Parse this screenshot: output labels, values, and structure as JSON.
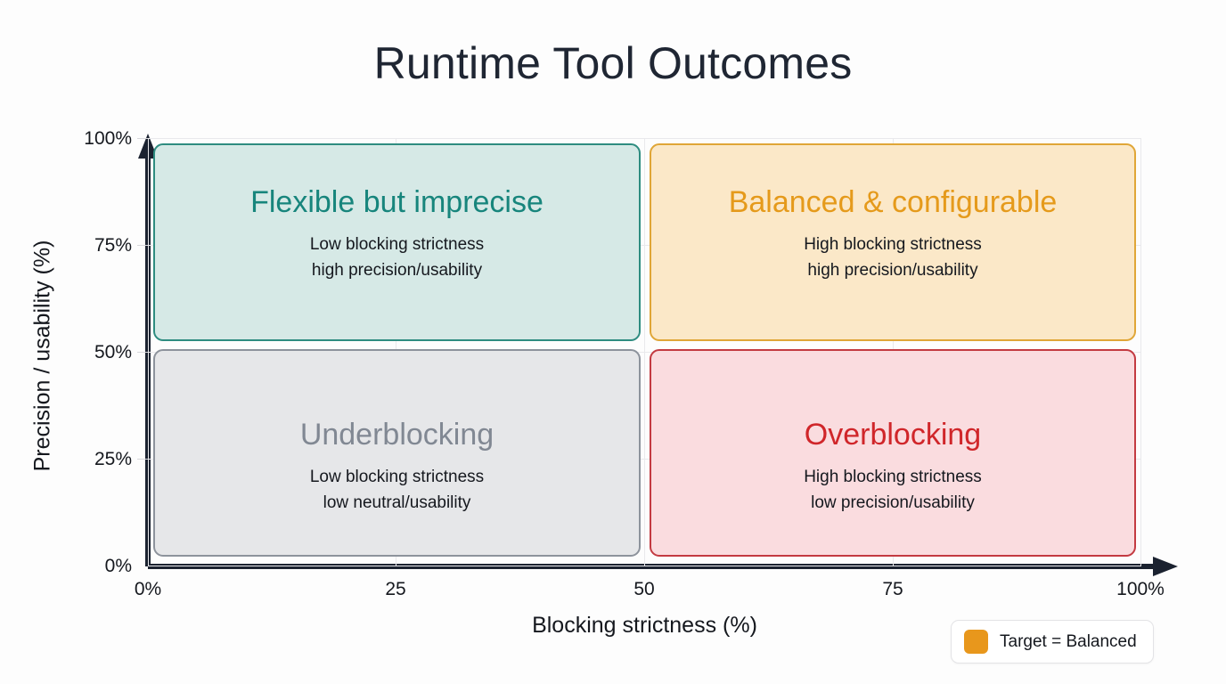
{
  "chart_data": {
    "type": "scatter",
    "title": "Runtime Tool Outcomes",
    "xlabel": "Blocking strictness (%)",
    "ylabel": "Precision / usability (%)",
    "xlim": [
      0,
      100
    ],
    "ylim": [
      0,
      100
    ],
    "grid": true,
    "x_ticks": [
      "0%",
      "25",
      "50",
      "75",
      "100%"
    ],
    "x_tick_values": [
      0,
      25,
      50,
      75,
      100
    ],
    "y_ticks": [
      "0%",
      "25%",
      "50%",
      "75%",
      "100%"
    ],
    "y_tick_values": [
      0,
      25,
      50,
      75,
      100
    ],
    "legend_position": "bottom-right",
    "legend": [
      {
        "label": "Target = Balanced",
        "color": "#e8971c"
      }
    ],
    "quadrants": [
      {
        "id": "flexible",
        "title": "Flexible but imprecise",
        "subtitle_line1": "Low blocking strictness",
        "subtitle_line2": "high precision/usability",
        "x_range": [
          0,
          50
        ],
        "y_range": [
          50,
          100
        ],
        "title_color": "#17857c",
        "fill_color": "#d6e9e6",
        "border_color": "#2e8c80"
      },
      {
        "id": "balanced",
        "title": "Balanced & configurable",
        "subtitle_line1": "High blocking strictness",
        "subtitle_line2": "high precision/usability",
        "x_range": [
          50,
          100
        ],
        "y_range": [
          50,
          100
        ],
        "title_color": "#e59a1b",
        "fill_color": "#fbe8c8",
        "border_color": "#e0a637"
      },
      {
        "id": "underblocking",
        "title": "Underblocking",
        "subtitle_line1": "Low blocking strictness",
        "subtitle_line2": "low neutral/usability",
        "x_range": [
          0,
          50
        ],
        "y_range": [
          0,
          50
        ],
        "title_color": "#818893",
        "fill_color": "#e6e7e9",
        "border_color": "#8d939c"
      },
      {
        "id": "overblocking",
        "title": "Overblocking",
        "subtitle_line1": "High blocking strictness",
        "subtitle_line2": "low precision/usability",
        "x_range": [
          50,
          100
        ],
        "y_range": [
          0,
          50
        ],
        "title_color": "#d0262a",
        "fill_color": "#fadcdf",
        "border_color": "#c33a41"
      }
    ]
  },
  "axes": {
    "x_label": "Blocking strictness (%)",
    "y_label": "Precision / usability (%)",
    "x_ticks": [
      {
        "label": "0%"
      },
      {
        "label": "25"
      },
      {
        "label": "50"
      },
      {
        "label": "75"
      },
      {
        "label": "100%"
      }
    ],
    "y_ticks": [
      {
        "label": "100%"
      },
      {
        "label": "75%"
      },
      {
        "label": "50%"
      },
      {
        "label": "25%"
      },
      {
        "label": "0%"
      }
    ]
  },
  "header": {
    "title": "Runtime Tool Outcomes"
  },
  "legend": {
    "label": "Target = Balanced",
    "swatch_color": "#e8971c"
  }
}
